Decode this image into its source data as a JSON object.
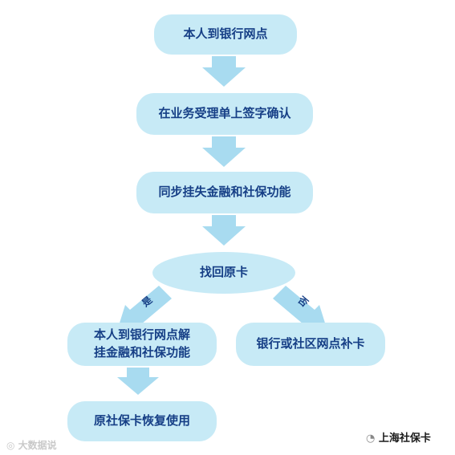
{
  "diagram": {
    "steps": {
      "step1": "本人到银行网点",
      "step2": "在业务受理单上签字确认",
      "step3": "同步挂失金融和社保功能",
      "decision": "找回原卡",
      "yes_branch": "本人到银行网点解\n挂金融和社保功能",
      "yes_next": "原社保卡恢复使用",
      "no_branch": "银行或社区网点补卡"
    },
    "labels": {
      "yes": "是",
      "no": "否"
    }
  },
  "colors": {
    "box_fill": "#c7eaf6",
    "arrow_fill": "#a8dbf0",
    "text": "#163f86"
  },
  "footer": {
    "left_watermark": "大数据说",
    "right_account": "上海社保卡"
  }
}
